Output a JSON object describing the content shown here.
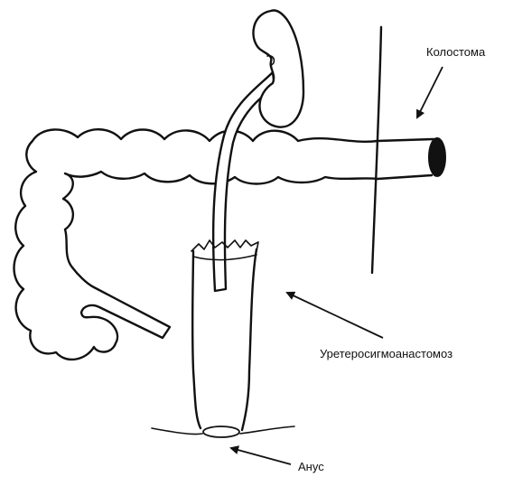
{
  "labels": {
    "colostomy": "Колостома",
    "ureterosigmoid": "Уретеросигмоанастомоз",
    "anus": "Анус"
  },
  "colors": {
    "line": "#111111",
    "background": "#ffffff"
  }
}
